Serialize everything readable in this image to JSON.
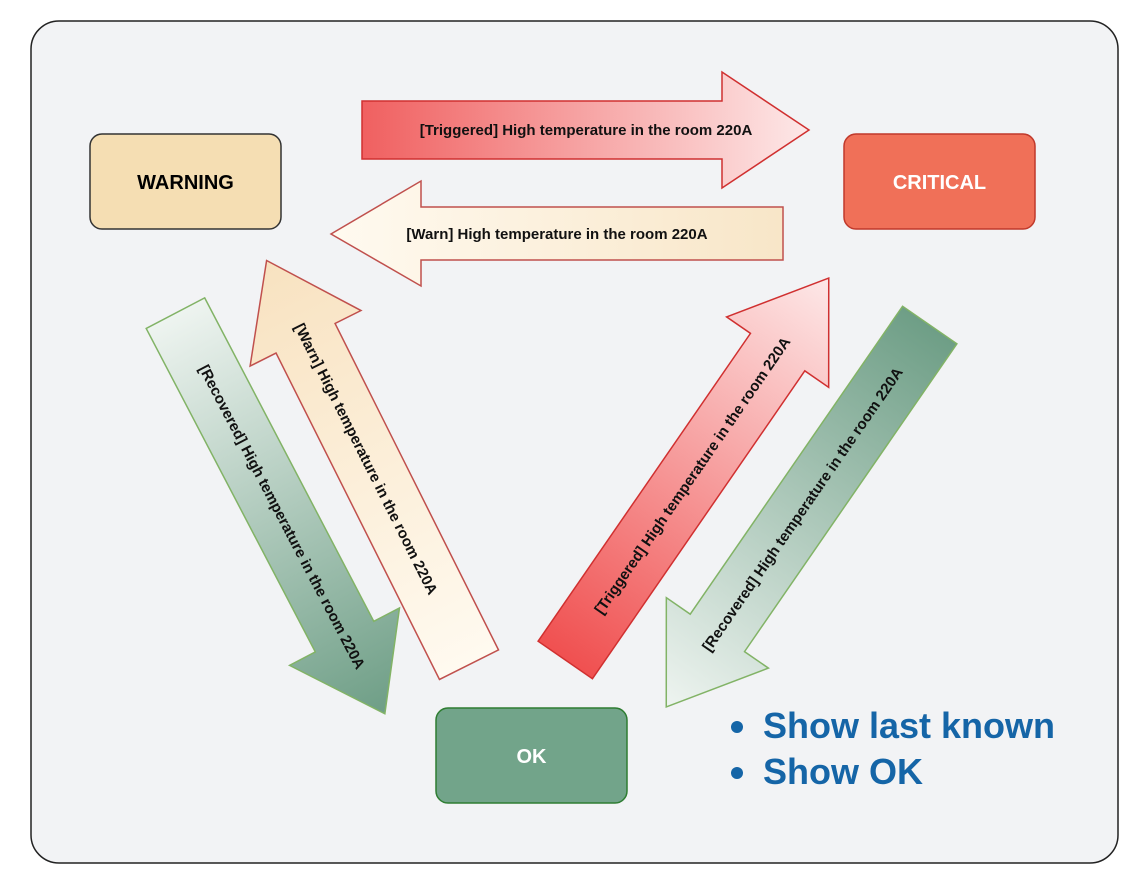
{
  "states": {
    "warning": {
      "label": "WARNING",
      "fill": "#f5deb3",
      "stroke": "#333333",
      "text_color": "#000000"
    },
    "critical": {
      "label": "CRITICAL",
      "fill": "#f07058",
      "stroke": "#c0392b",
      "text_color": "#ffffff"
    },
    "ok": {
      "label": "OK",
      "fill": "#72a48a",
      "stroke": "#2e7d32",
      "text_color": "#ffffff"
    }
  },
  "transitions": [
    {
      "id": "warning-to-critical",
      "label": "[Triggered]  High temperature in the room 220A",
      "color": "red"
    },
    {
      "id": "critical-to-warning",
      "label": "[Warn]  High temperature in the room 220A",
      "color": "cream"
    },
    {
      "id": "ok-to-warning",
      "label": "[Warn]  High temperature in the room 220A",
      "color": "cream"
    },
    {
      "id": "warning-to-ok",
      "label": "[Recovered]  High temperature in the room 220A",
      "color": "green"
    },
    {
      "id": "ok-to-critical",
      "label": "[Triggered]  High temperature in the room 220A",
      "color": "red"
    },
    {
      "id": "critical-to-ok",
      "label": "[Recovered]  High temperature in the room 220A",
      "color": "green"
    }
  ],
  "notes": [
    "Show last known",
    "Show OK"
  ],
  "colors": {
    "panel_bg": "#f2f3f5",
    "panel_border": "#222222",
    "note_text": "#1565a7",
    "red_arrow_stroke": "#d03030",
    "cream_arrow_stroke": "#c0504d",
    "green_arrow_stroke": "#82b366"
  }
}
